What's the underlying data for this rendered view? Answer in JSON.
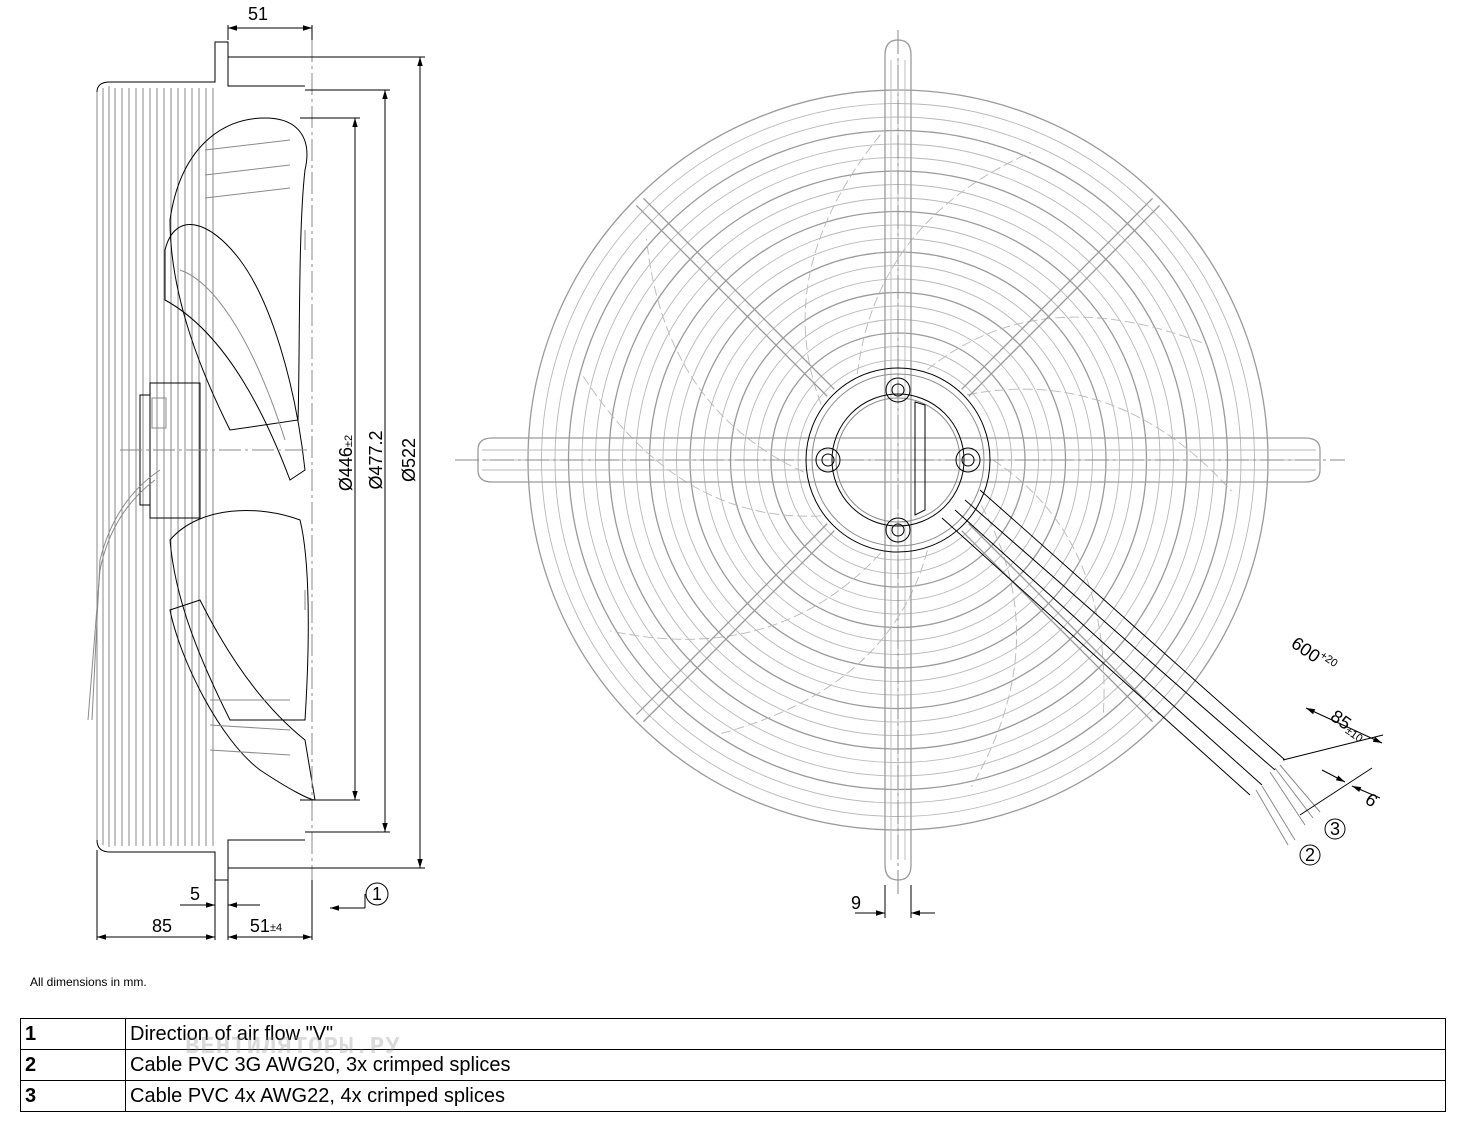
{
  "dimensions": {
    "d51_top": "51",
    "d446": "Ø446",
    "d446_tol": "±2",
    "d477": "Ø477.2",
    "d522": "Ø522",
    "d5": "5",
    "d85": "85",
    "d51_bottom": "51",
    "d51_bottom_tol": "±4",
    "d9": "9",
    "d600": "600",
    "d600_tol": "+20",
    "d85_cable": "85",
    "d85_cable_tol": "±10",
    "d6": "6"
  },
  "callouts": {
    "c1": "1",
    "c2": "2",
    "c3": "3"
  },
  "note": "All dimensions in mm.",
  "legend": [
    {
      "num": "1",
      "text": "Direction of air flow \"V\""
    },
    {
      "num": "2",
      "text": "Cable PVC 3G AWG20, 3x crimped splices"
    },
    {
      "num": "3",
      "text": "Cable PVC 4x AWG22, 4x crimped splices"
    }
  ],
  "watermark": "ВЕНТИЛЯТОРЫ.РУ"
}
